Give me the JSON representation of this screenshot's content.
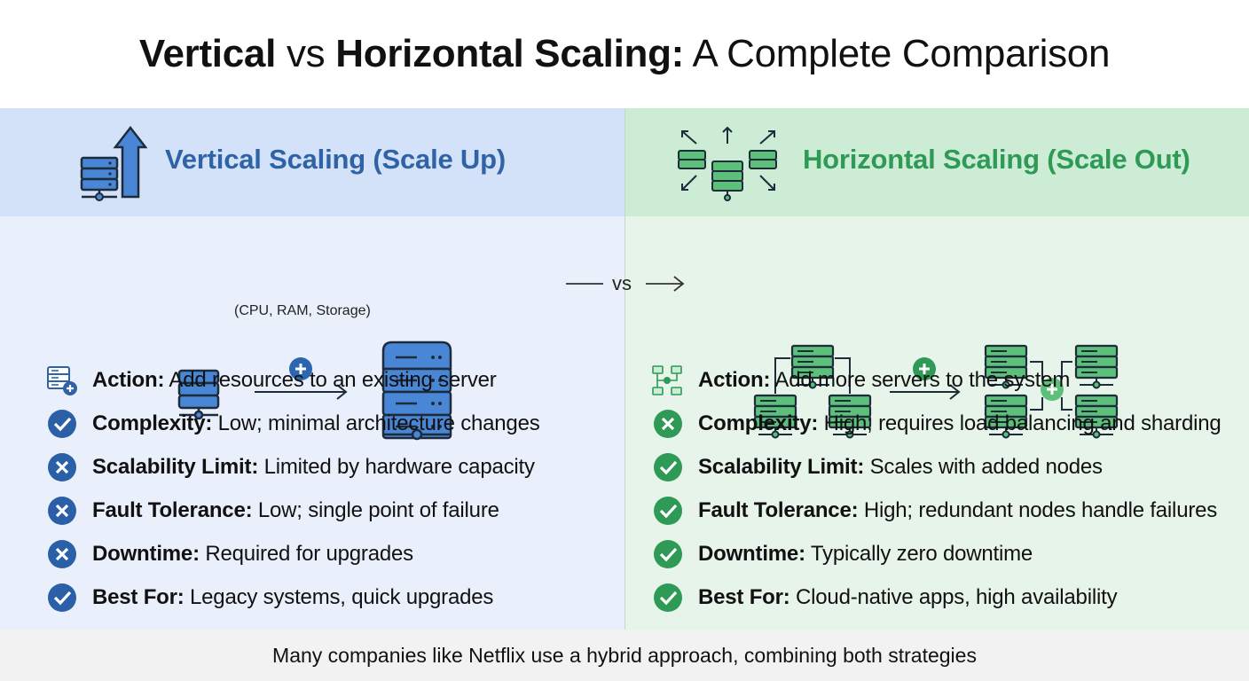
{
  "title": {
    "part1": "Vertical",
    "part2": " vs ",
    "part3": "Horizontal Scaling:",
    "part4": " A Complete Comparison"
  },
  "vertical": {
    "heading": "Vertical Scaling (Scale Up)",
    "caption": "(CPU, RAM, Storage)",
    "accent": "#2f63a6",
    "items": [
      {
        "icon": "server-add-icon",
        "label": "Action:",
        "text": " Add resources to an existing server"
      },
      {
        "icon": "check-icon",
        "label": "Complexity:",
        "text": " Low; minimal architecture changes"
      },
      {
        "icon": "cross-icon",
        "label": "Scalability Limit:",
        "text": " Limited by hardware capacity"
      },
      {
        "icon": "cross-icon",
        "label": "Fault Tolerance:",
        "text": " Low; single point of failure"
      },
      {
        "icon": "cross-icon",
        "label": "Downtime:",
        "text": " Required for upgrades"
      },
      {
        "icon": "check-icon",
        "label": "Best For:",
        "text": " Legacy systems, quick upgrades"
      }
    ]
  },
  "vs_label": "vs",
  "horizontal": {
    "heading": "Horizontal Scaling (Scale Out)",
    "accent": "#2e9a55",
    "items": [
      {
        "icon": "network-nodes-icon",
        "label": "Action:",
        "text": " Add more servers to the system"
      },
      {
        "icon": "cross-icon",
        "label": "Complexity:",
        "text": " High; requires load balancing and sharding"
      },
      {
        "icon": "check-icon",
        "label": "Scalability Limit:",
        "text": " Scales with added nodes"
      },
      {
        "icon": "check-icon",
        "label": "Fault Tolerance:",
        "text": " High; redundant nodes handle failures"
      },
      {
        "icon": "check-icon",
        "label": "Downtime:",
        "text": " Typically zero downtime"
      },
      {
        "icon": "check-icon",
        "label": "Best For:",
        "text": " Cloud-native apps, high availability"
      }
    ]
  },
  "footer": "Many companies like Netflix use a hybrid approach, combining both strategies"
}
